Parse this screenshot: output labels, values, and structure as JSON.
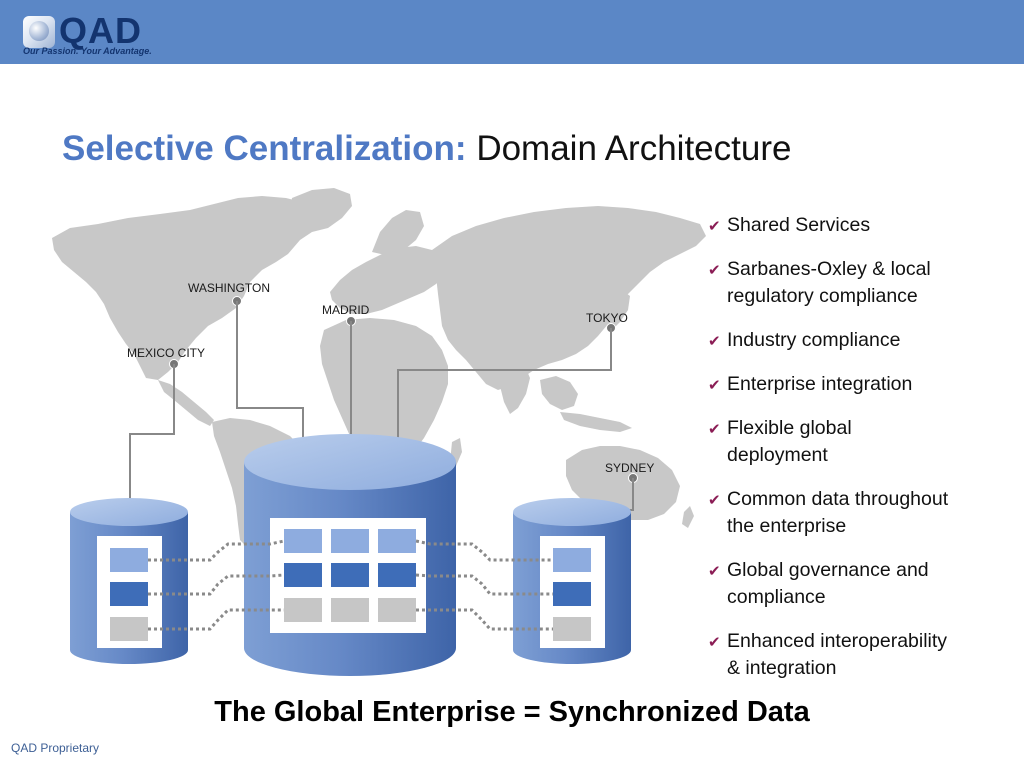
{
  "header": {
    "logo_text": "QAD",
    "tagline": "Our Passion. Your Advantage."
  },
  "title": {
    "emphasis": "Selective Centralization:",
    "rest": "Domain Architecture"
  },
  "cities": {
    "washington": "WASHINGTON",
    "madrid": "MADRID",
    "tokyo": "TOKYO",
    "mexico_city": "MEXICO CITY",
    "sydney": "SYDNEY"
  },
  "bullets": [
    {
      "line1": "Shared Services",
      "line2": ""
    },
    {
      "line1": "Sarbanes-Oxley & local",
      "line2": "regulatory compliance"
    },
    {
      "line1": "Industry compliance",
      "line2": ""
    },
    {
      "line1": "Enterprise integration",
      "line2": ""
    },
    {
      "line1": "Flexible global",
      "line2": "deployment"
    },
    {
      "line1": "Common data throughout",
      "line2": "the enterprise"
    },
    {
      "line1": "Global governance and",
      "line2": "compliance"
    },
    {
      "line1": "Enhanced interoperability",
      "line2": "& integration"
    }
  ],
  "footer": {
    "statement": "The Global Enterprise = Synchronized Data",
    "proprietary": "QAD Proprietary"
  },
  "colors": {
    "header_bar": "#5b87c6",
    "title_blue": "#4f79c4",
    "check": "#8b1d55",
    "map_land": "#c8c8c8",
    "cylinder_blue": "#4f74b8"
  },
  "icons": {
    "bullet": "check-icon",
    "city_marker": "pin-dot-icon"
  }
}
